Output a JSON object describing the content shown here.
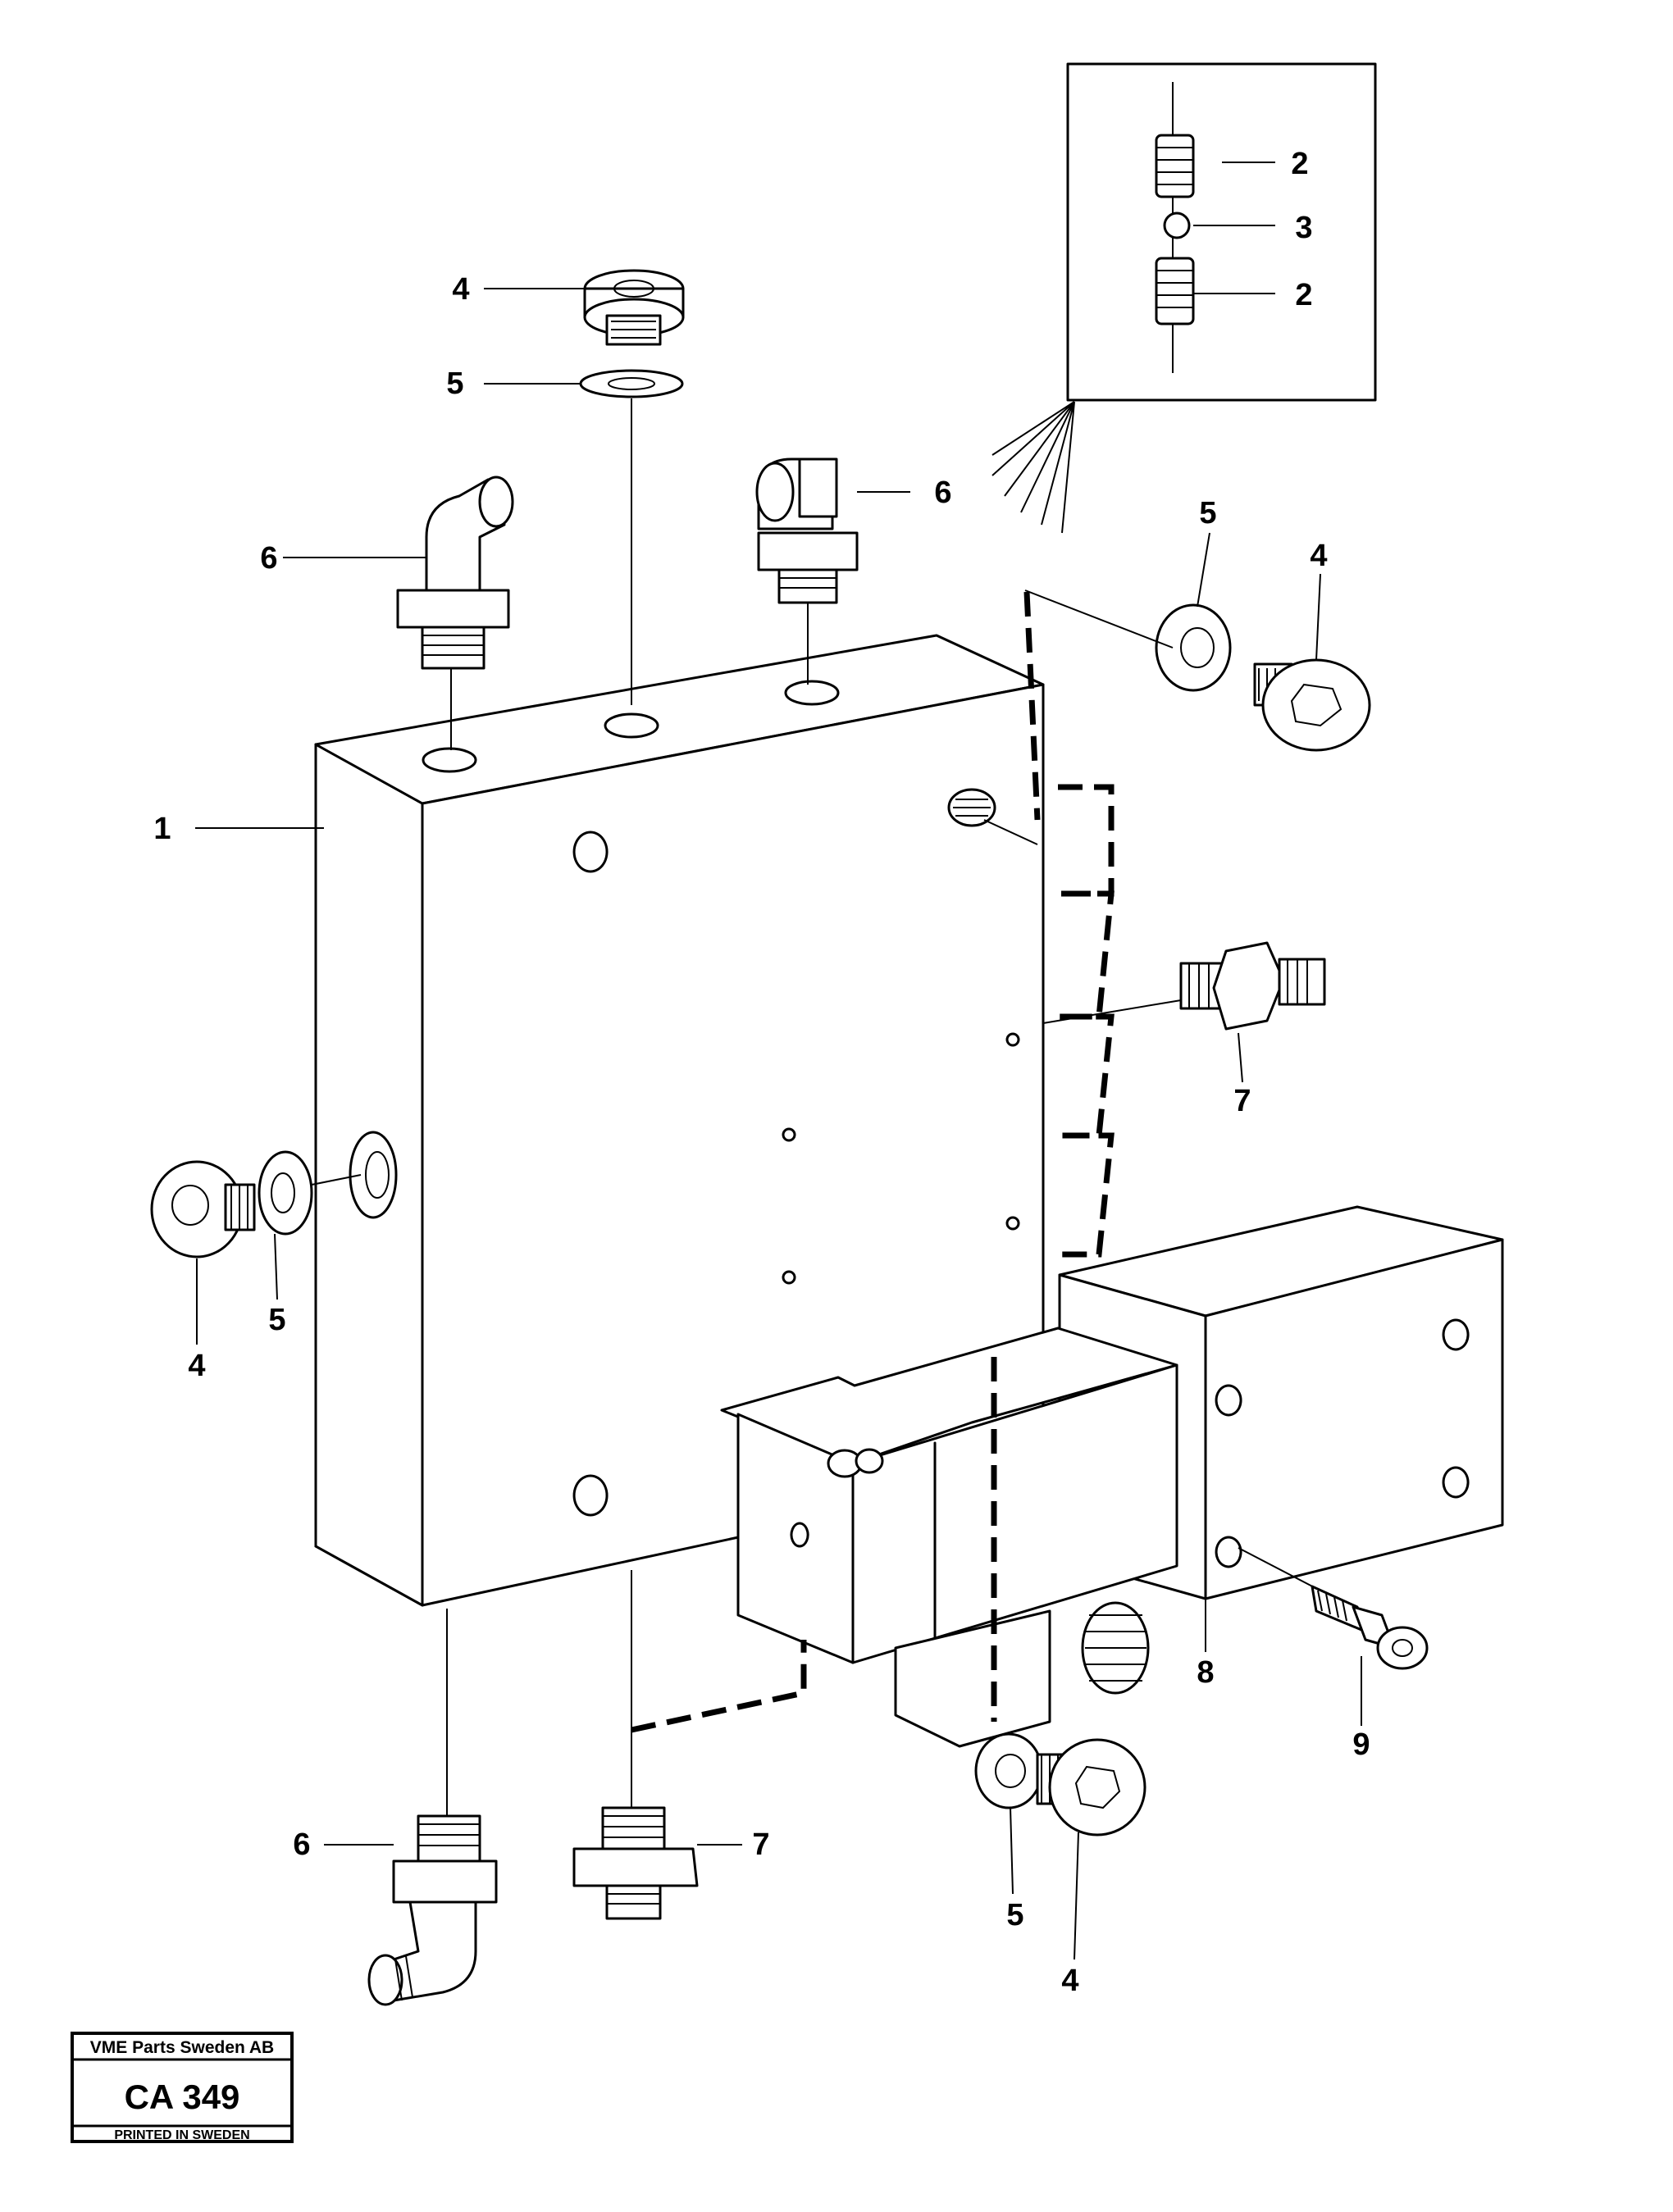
{
  "diagram": {
    "callouts": {
      "c1": "1",
      "c2a": "2",
      "c2b": "2",
      "c3": "3",
      "c4_top": "4",
      "c4_right": "4",
      "c4_left": "4",
      "c4_bottom": "4",
      "c5_top": "5",
      "c5_right": "5",
      "c5_left": "5",
      "c5_bottom": "5",
      "c6_top_left": "6",
      "c6_top_right": "6",
      "c6_bottom": "6",
      "c7_right": "7",
      "c7_bottom": "7",
      "c8": "8",
      "c9": "9"
    }
  },
  "stamp": {
    "company": "VME Parts Sweden AB",
    "code": "CA 349",
    "printed": "PRINTED IN SWEDEN"
  }
}
